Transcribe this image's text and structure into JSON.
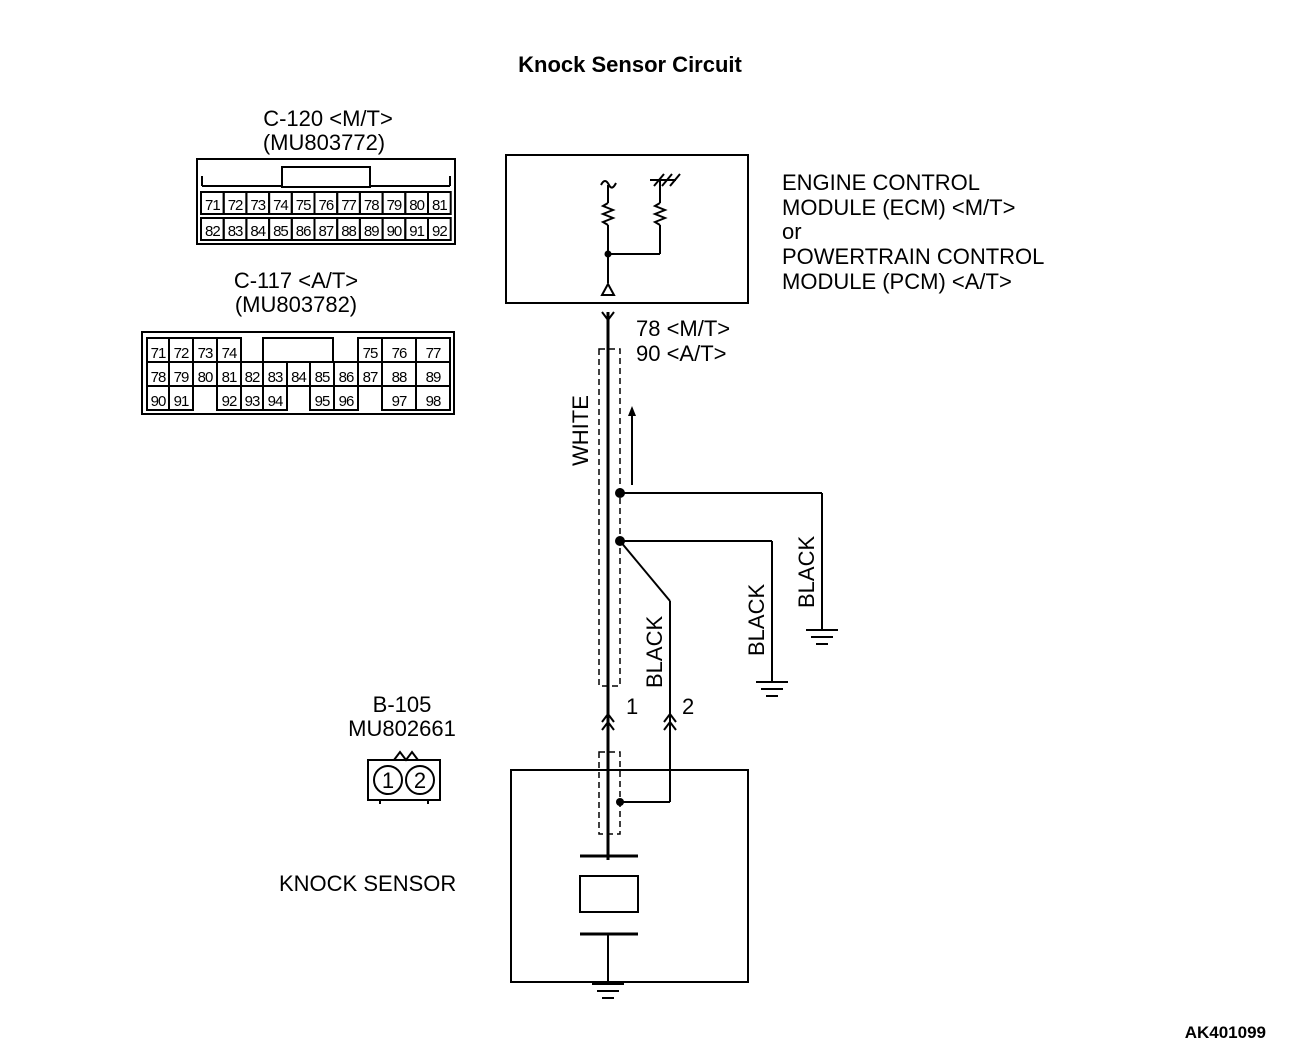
{
  "title": "Knock Sensor Circuit",
  "figure_id": "AK401099",
  "connectors": {
    "c120": {
      "name": "C-120 <M/T>",
      "part": "(MU803772)",
      "row1": [
        "71",
        "72",
        "73",
        "74",
        "75",
        "76",
        "77",
        "78",
        "79",
        "80",
        "81"
      ],
      "row2": [
        "82",
        "83",
        "84",
        "85",
        "86",
        "87",
        "88",
        "89",
        "90",
        "91",
        "92"
      ]
    },
    "c117": {
      "name": "C-117 <A/T>",
      "part": "(MU803782)",
      "row1": [
        "71",
        "72",
        "73",
        "74",
        "",
        "",
        "",
        "",
        "75",
        "76",
        "77"
      ],
      "row2": [
        "78",
        "79",
        "80",
        "81",
        "82",
        "83",
        "84",
        "85",
        "86",
        "87",
        "88",
        "89"
      ],
      "row3": [
        "90",
        "91",
        "",
        "92",
        "93",
        "94",
        "",
        "95",
        "96",
        "",
        "97",
        "98"
      ]
    },
    "b105": {
      "name": "B-105",
      "part": "MU802661",
      "pins": [
        "1",
        "2"
      ]
    }
  },
  "ecm": {
    "line1": "ENGINE CONTROL",
    "line2": "MODULE (ECM) <M/T>",
    "line3": "or",
    "line4": "POWERTRAIN CONTROL",
    "line5": "MODULE (PCM) <A/T>"
  },
  "terminal": {
    "mt": "78 <M/T>",
    "at": "90 <A/T>"
  },
  "wires": {
    "white": "WHITE",
    "black1": "BLACK",
    "black2": "BLACK",
    "black3": "BLACK"
  },
  "sensor_pins": {
    "pin1": "1",
    "pin2": "2"
  },
  "sensor_label": "KNOCK SENSOR"
}
